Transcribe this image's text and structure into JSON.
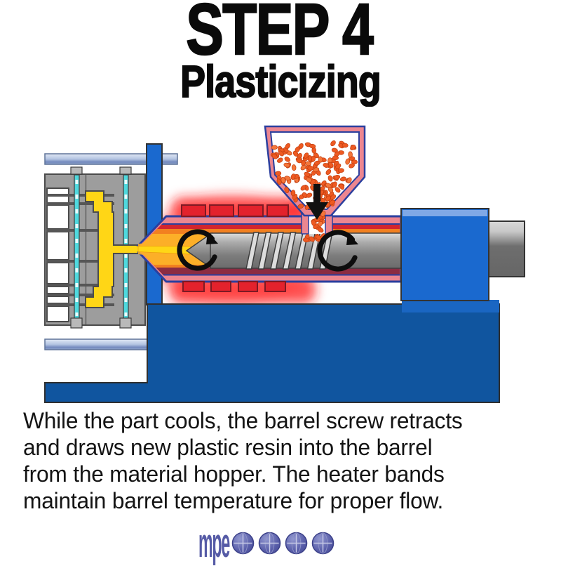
{
  "header": {
    "step_label": "STEP 4",
    "process_label": "Plasticizing"
  },
  "description": {
    "text": "While the part cools, the barrel screw retracts\nand draws new plastic resin into the barrel\nfrom the material hopper. The heater bands\nmaintain barrel temperature for proper flow."
  },
  "footer": {
    "logo_text": "mpe",
    "globe_count": 4
  },
  "diagram": {
    "parts": [
      "material-hopper",
      "resin-pellets",
      "feed-throat",
      "feed-arrow",
      "barrel",
      "heater-bands",
      "heat-glow",
      "barrel-screw",
      "screw-flights",
      "screw-rotation-arrows",
      "nozzle",
      "melt-channel",
      "mold",
      "mold-cooling-channels",
      "sprue-and-part",
      "ejector-pins",
      "tie-bars",
      "fixed-platen",
      "injection-unit-housing",
      "screw-drive-shaft",
      "machine-base"
    ],
    "colors": {
      "heater_red": "#e3222c",
      "barrel_pink": "#ec8690",
      "melt_orange": "#f28020",
      "melt_amber": "#fcaf28",
      "melt_yellow": "#ffd616",
      "maroon_liner": "#8c2c42",
      "machine_blue": "#1a69cf",
      "base_blue": "#10559f",
      "steel_gray": "#9d9d9d",
      "coolant_cyan": "#4fd9de",
      "pellet_orange": "#ee5a22",
      "glow_red": "#ff1e1e",
      "outline_navy": "#2b3f9e",
      "logo_purple": "#565ba6"
    }
  }
}
